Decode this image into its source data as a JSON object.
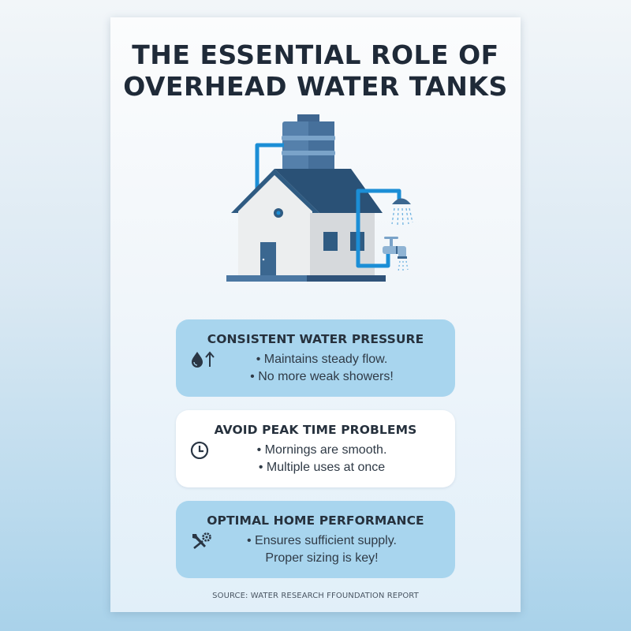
{
  "poster": {
    "title_line1": "THE ESSENTIAL ROLE OF",
    "title_line2": "OVERHEAD WATER TANKS",
    "illustration": {
      "subject": "house-with-overhead-water-tank",
      "elements": [
        "water-tank-icon",
        "house-icon",
        "pipe-icon",
        "shower-head-icon",
        "faucet-icon"
      ],
      "colors": {
        "roof": "#2f5b82",
        "tank": "#4f7ca8",
        "pipe": "#1b8ed6",
        "wall": "#e8eaec",
        "wall_shade": "#d2d5d8",
        "window": "#2f5b82"
      }
    },
    "cards": [
      {
        "title": "CONSISTENT WATER PRESSURE",
        "icon": "water-drop-arrow-up-icon",
        "lines": [
          "• Maintains steady flow.",
          "• No more weak showers!"
        ],
        "style": "blue"
      },
      {
        "title": "AVOID PEAK TIME PROBLEMS",
        "icon": "clock-icon",
        "lines": [
          "• Mornings are smooth.",
          "• Multiple uses at once"
        ],
        "style": "white"
      },
      {
        "title": "OPTIMAL HOME PERFORMANCE",
        "icon": "wrench-gear-icon",
        "lines": [
          "• Ensures sufficient supply.",
          "Proper sizing is key!"
        ],
        "style": "blue"
      }
    ],
    "source": "SOURCE: WATER RESEARCH FFOUNDATION REPORT"
  },
  "colors": {
    "title_text": "#1f2a38",
    "card_blue": "#a8d5ee",
    "card_white": "#ffffff",
    "background_top": "#f2f6f9",
    "background_bottom": "#a9d2ea"
  }
}
